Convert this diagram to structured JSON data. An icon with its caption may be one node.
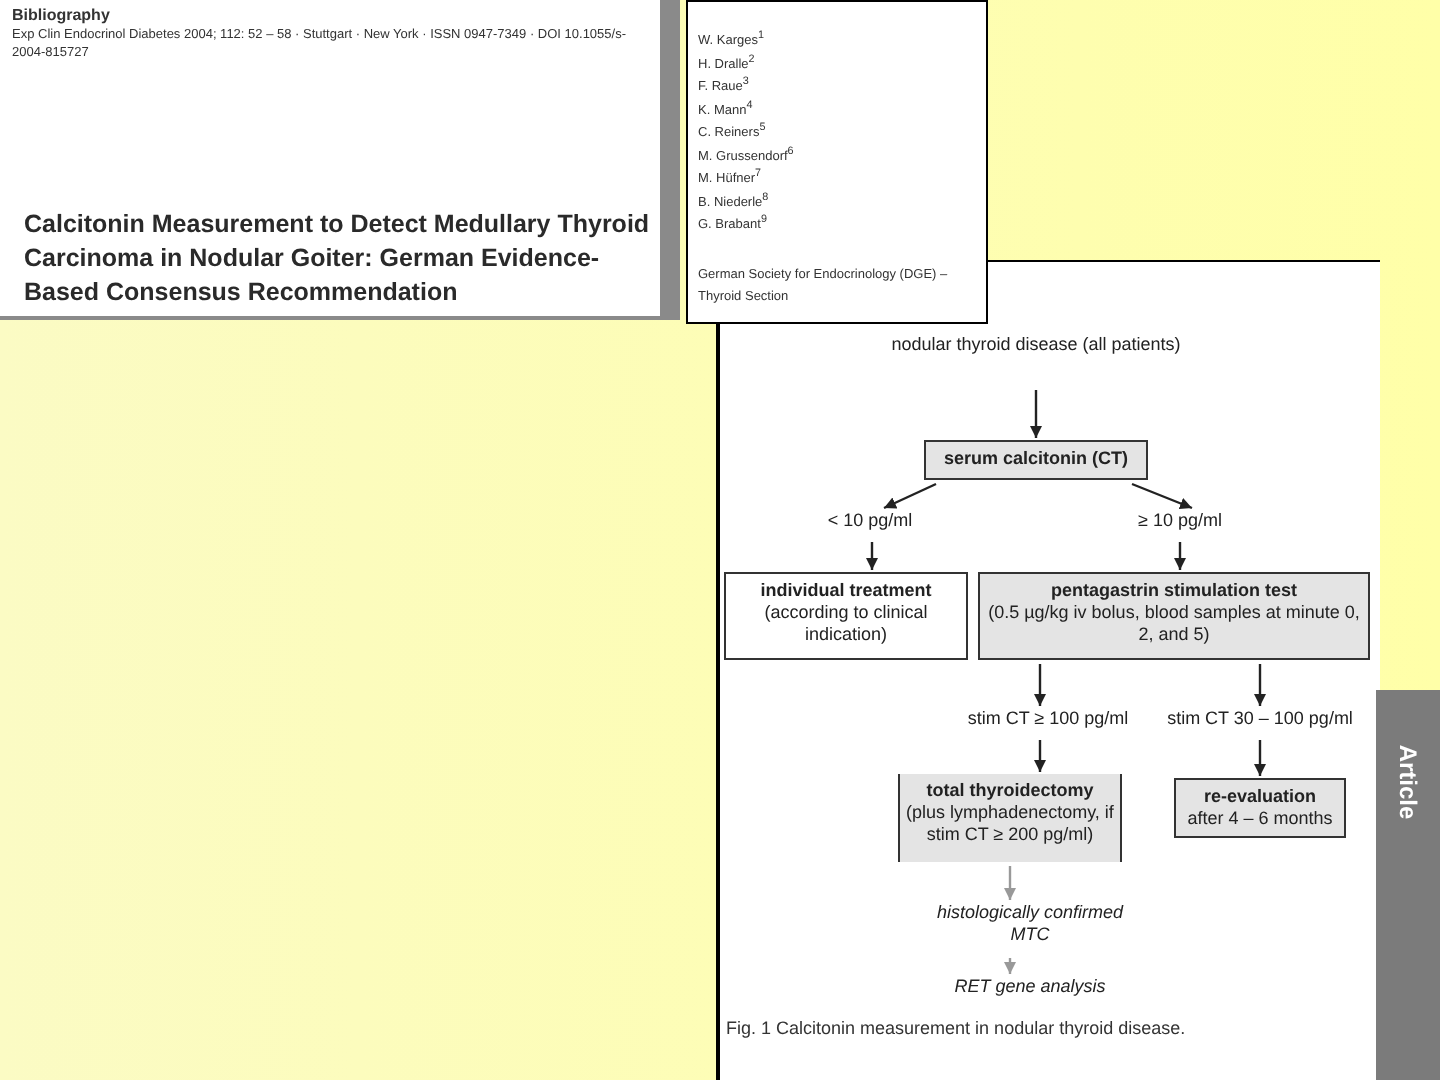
{
  "diagram": {
    "title": "Calcitonin Measurement to Detect Medullary Thyroid Carcinoma in Nodular Goiter: German Evidence-Based Consensus Recommendation",
    "caption": "Fig. 1 Calcitonin measurement in nodular thyroid disease.",
    "nodes": [
      {
        "text": [
          "nodular thyroid disease (all patients)"
        ]
      },
      {
        "text": [
          "serum calcitonin (CT)"
        ]
      },
      {
        "text": [
          "< 10 pg/ml"
        ]
      },
      {
        "text": [
          "≥ 10 pg/ml"
        ]
      },
      {
        "text": [
          "individual treatment",
          "(according to clinical indication)"
        ]
      },
      {
        "text": [
          "pentagastrin stimulation test",
          "(0.5 µg/kg iv bolus, blood samples at minute 0, 2, and 5)"
        ]
      },
      {
        "text": [
          "stim CT ≥ 100 pg/ml"
        ]
      },
      {
        "text": [
          "stim CT 30 – 100 pg/ml"
        ]
      },
      {
        "text": [
          "total thyroidectomy",
          "(plus lymphadenectomy, if stim CT ≥ 200 pg/ml)"
        ]
      },
      {
        "text": [
          "re-evaluation",
          "after 4 – 6 months"
        ]
      },
      {
        "text": [
          "histologically confirmed MTC"
        ]
      },
      {
        "text": [
          "RET gene analysis"
        ]
      }
    ],
    "edges": [
      {
        "from": 0,
        "to": 1,
        "arrow": "to"
      },
      {
        "from": 1,
        "to": 2,
        "arrow": "to"
      },
      {
        "from": 1,
        "to": 3,
        "arrow": "to"
      },
      {
        "from": 2,
        "to": 4,
        "arrow": "to"
      },
      {
        "from": 3,
        "to": 5,
        "arrow": "to"
      },
      {
        "from": 5,
        "to": 6,
        "arrow": "to"
      },
      {
        "from": 5,
        "to": 7,
        "arrow": "to"
      },
      {
        "from": 6,
        "to": 8,
        "arrow": "to"
      },
      {
        "from": 7,
        "to": 9,
        "arrow": "to"
      },
      {
        "from": 8,
        "to": 10,
        "arrow": "to",
        "color": "#999999"
      },
      {
        "from": 10,
        "to": 11,
        "arrow": "to",
        "color": "#999999"
      }
    ],
    "labels": [
      "Bibliography",
      "Exp Clin Endocrinol Diabetes 2004; 112: 52 – 58 · Stuttgart · New York · ISSN 0947-7349 · DOI 10.1055/s-2004-815727",
      "W. Karges$^{1}$",
      "H. Dralle$^{2}$",
      "F. Raue$^{3}$",
      "K. Mann$^{4}$",
      "C. Reiners$^{5}$",
      "M. Grussendorf$^{6}$",
      "M. Hüfner$^{7}$",
      "B. Niederle$^{8}$",
      "G. Brabant$^{9}$",
      "German Society for Endocrinology (DGE) – Thyroid Section",
      "Article"
    ]
  }
}
